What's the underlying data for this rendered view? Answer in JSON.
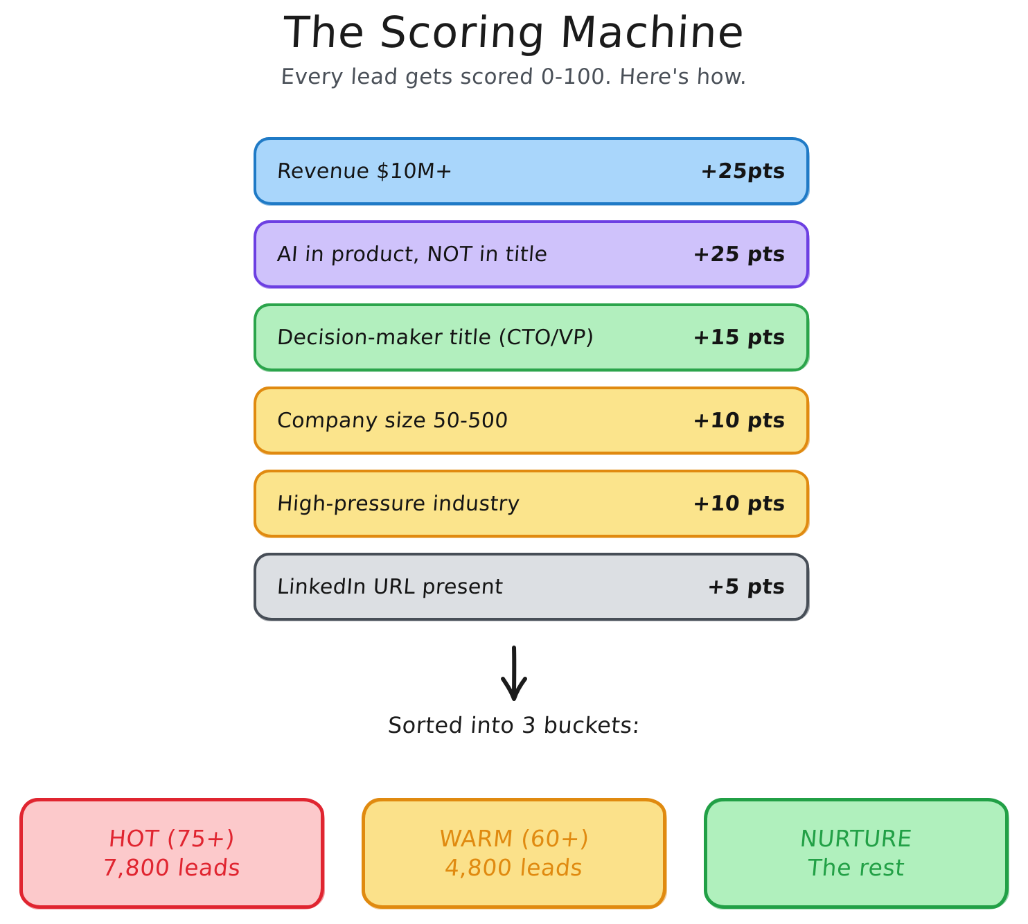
{
  "header": {
    "title": "The Scoring Machine",
    "subtitle": "Every lead gets scored 0-100. Here's how."
  },
  "criteria": [
    {
      "label": "Revenue $10M+",
      "points": "+25pts",
      "color": "#1f7ac6",
      "fill": "#a9d6fb"
    },
    {
      "label": "AI in product, NOT in title",
      "points": "+25 pts",
      "color": "#6c3fe2",
      "fill": "#cfc2fb"
    },
    {
      "label": "Decision-maker title (CTO/VP)",
      "points": "+15 pts",
      "color": "#2ba44b",
      "fill": "#b2efbe"
    },
    {
      "label": "Company size 50-500",
      "points": "+10 pts",
      "color": "#e08a10",
      "fill": "#fbe48c"
    },
    {
      "label": "High-pressure industry",
      "points": "+10 pts",
      "color": "#e08a10",
      "fill": "#fbe48c"
    },
    {
      "label": "LinkedIn URL present",
      "points": "+5 pts",
      "color": "#474e57",
      "fill": "#dcdfe3"
    }
  ],
  "connector": {
    "arrow_icon": "down-arrow-icon",
    "text": "Sorted into 3 buckets:"
  },
  "buckets": [
    {
      "line1": "HOT (75+)",
      "line2": "7,800 leads",
      "color": "#e02530",
      "fill": "#fcc9cb"
    },
    {
      "line1": "WARM (60+)",
      "line2": "4,800 leads",
      "color": "#e08a10",
      "fill": "#fbe18a"
    },
    {
      "line1": "NURTURE",
      "line2": "The rest",
      "color": "#22a046",
      "fill": "#b0f0bd"
    }
  ]
}
